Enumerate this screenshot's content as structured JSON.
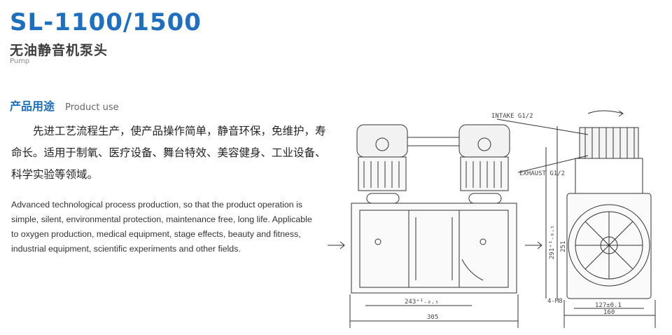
{
  "header": {
    "model": "SL-1100/1500",
    "subtitle_cn": "无油静音机泵头",
    "pump_line": "Pump"
  },
  "section": {
    "title_cn": "产品用途",
    "title_en": "Product use"
  },
  "description": {
    "cn": "先进工艺流程生产，使产品操作简单，静音环保，免维护，寿命长。适用于制氧、医疗设备、舞台特效、美容健身、工业设备、科学实验等领域。",
    "en": "Advanced technological process production, so that the product operation is simple, silent,  environmental protection, maintenance free, long life. Applicable to oxygen production, medical equipment, stage effects, beauty and fitness, industrial equipment, scientific experiments and other fields."
  },
  "drawing_labels": {
    "intake": "INTAKE G1/2",
    "exhaust": "EXHAUST G1/2",
    "dim_243": "243⁺¹₋₀.₅",
    "dim_305": "305",
    "dim_251": "251",
    "dim_291": "291⁺¹₋₀.₅",
    "dim_127": "127±0.1",
    "dim_160": "160",
    "bolt": "4-M8"
  }
}
